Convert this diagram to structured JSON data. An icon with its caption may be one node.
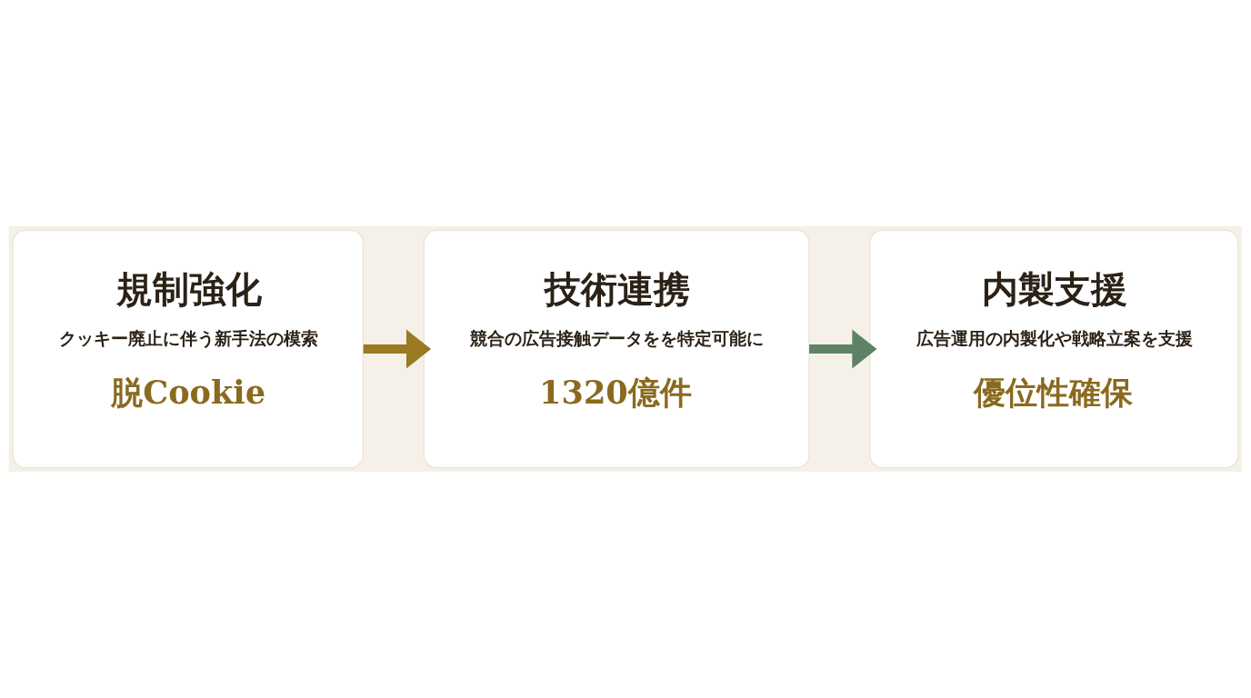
{
  "diagram": {
    "nodes": [
      {
        "text": [
          "規制強化",
          "クッキー廃止に伴う新手法の模索",
          "脱Cookie"
        ]
      },
      {
        "text": [
          "技術連携",
          "競合の広告接触データをを特定可能に",
          "1320億件"
        ]
      },
      {
        "text": [
          "内製支援",
          "広告運用の内製化や戦略立案を支援",
          "優位性確保"
        ]
      }
    ],
    "edges": [
      {
        "from": 0,
        "to": 1,
        "arrow": "to",
        "color": "#9a7a22"
      },
      {
        "from": 1,
        "to": 2,
        "arrow": "to",
        "color": "#5f8265"
      }
    ]
  }
}
